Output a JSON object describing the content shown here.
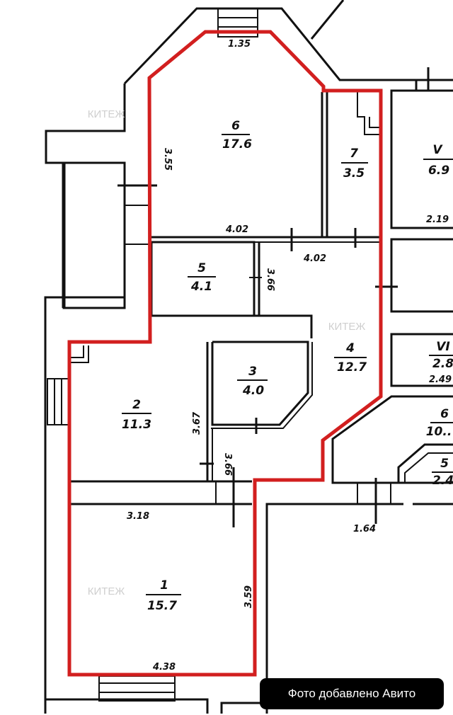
{
  "plan": {
    "rooms": [
      {
        "number": "6",
        "area": "17.6"
      },
      {
        "number": "7",
        "area": "3.5"
      },
      {
        "number": "V",
        "area": "6.9"
      },
      {
        "number": "5",
        "area": "4.1"
      },
      {
        "number": "4",
        "area": "12.7"
      },
      {
        "number": "3",
        "area": "4.0"
      },
      {
        "number": "2",
        "area": "11.3"
      },
      {
        "number": "1",
        "area": "15.7"
      },
      {
        "number": "VI",
        "area": "2.8",
        "extra": "2.49"
      },
      {
        "number": "6",
        "area": "10.."
      },
      {
        "number": "5",
        "area": "2.4"
      }
    ],
    "dimensions": [
      "1.35",
      "3.55",
      "4.02",
      "2.19",
      "4.02",
      "3.66",
      "3.67",
      "3.66",
      "3.18",
      "1.64",
      "3.59",
      "4.38"
    ],
    "watermark": "КИТЕЖ",
    "highlight_color": "#d21f1f"
  },
  "badge": {
    "text": "Фото добавлено Авито"
  }
}
